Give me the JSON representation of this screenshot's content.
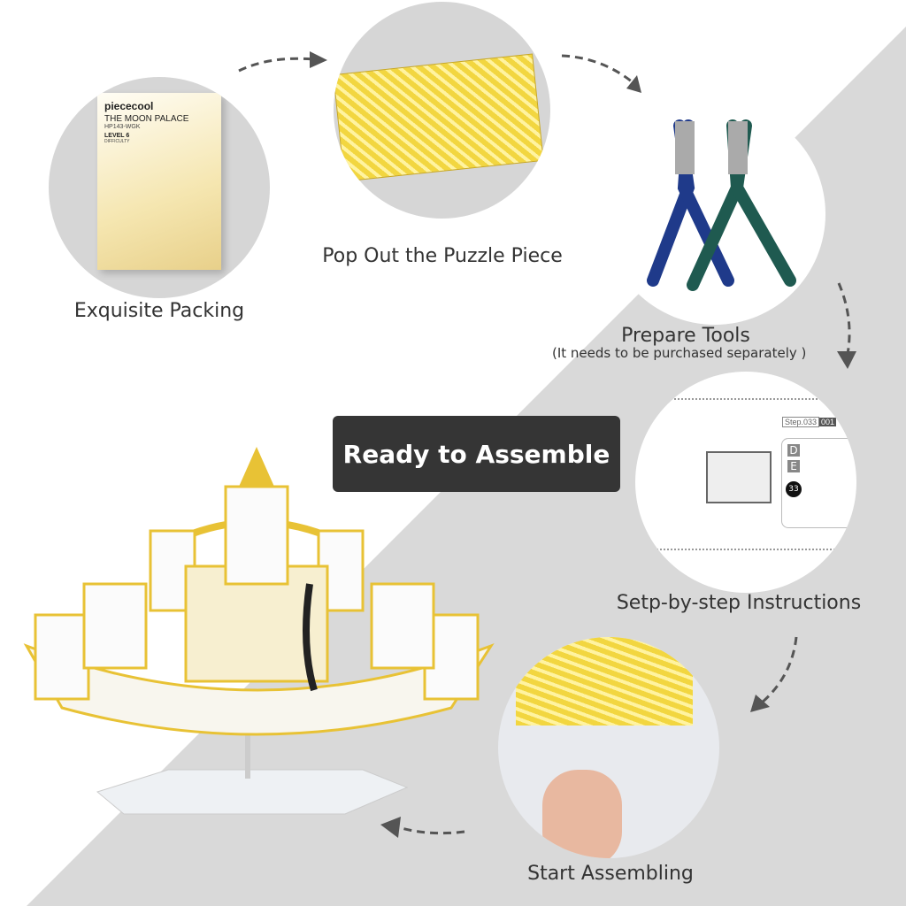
{
  "colors": {
    "background": "#ffffff",
    "band": "#d9d9d9",
    "button": "#353535",
    "gold": "#e8c235"
  },
  "steps": [
    {
      "label": "Exquisite Packing",
      "image": "product-box"
    },
    {
      "label": "Pop Out the Puzzle Piece",
      "image": "metal-sheets"
    },
    {
      "label": "Prepare Tools",
      "note": "(It needs to be purchased separately  )",
      "image": "pliers"
    },
    {
      "label": "Setp-by-step Instructions",
      "image": "instruction-manual"
    },
    {
      "label": "Start Assembling",
      "image": "hands-assembling"
    }
  ],
  "box": {
    "brand": "piececool",
    "title": "THE MOON PALACE",
    "model": "HP143-WGK",
    "level": "LEVEL 6",
    "difficulty": "DIFFICULTY"
  },
  "manual": {
    "step": "Step.033",
    "page": "001",
    "parts": [
      "D",
      "E"
    ],
    "number": "33"
  },
  "banner": {
    "text": "Ready to Assemble"
  }
}
